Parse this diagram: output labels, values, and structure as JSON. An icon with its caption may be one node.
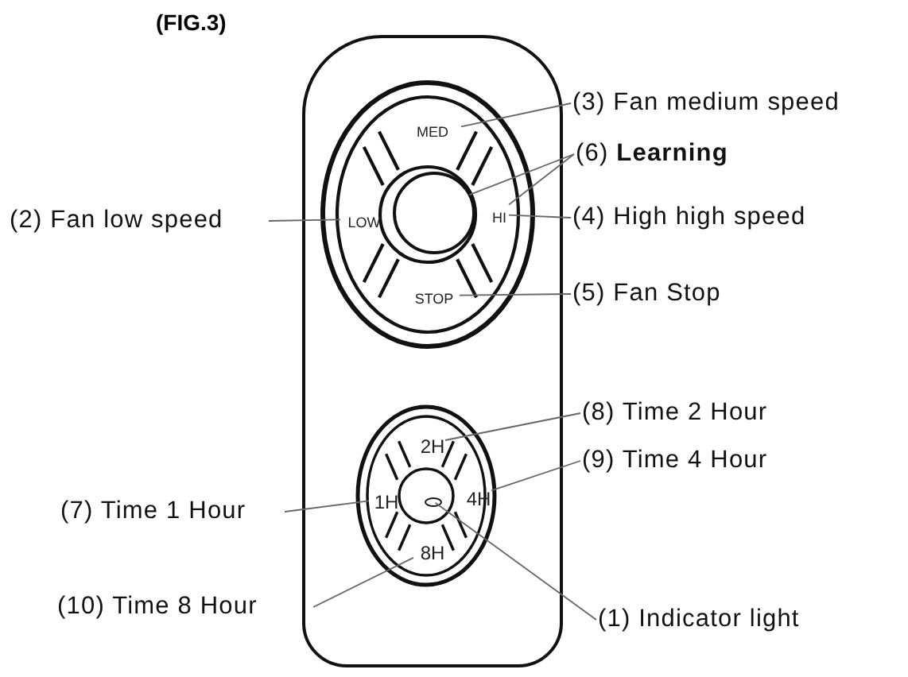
{
  "diagram": {
    "title": "(FIG.3)",
    "nodes": [
      {
        "text": [],
        "shape": "box"
      },
      {
        "text": [
          "MED"
        ],
        "in": 0
      },
      {
        "text": [
          "(3) Fan medium speed"
        ]
      },
      {
        "text": [
          "(6) **Learning**"
        ]
      },
      {
        "text": [
          "(2) Fan low speed"
        ]
      },
      {
        "text": [
          "LOW"
        ],
        "in": 0
      },
      {
        "text": [],
        "shape": "circle",
        "in": 0
      },
      {
        "text": [
          "HI"
        ],
        "in": 0
      },
      {
        "text": [
          "(4) High high speed"
        ]
      },
      {
        "text": [
          "STOP"
        ],
        "in": 0
      },
      {
        "text": [
          "(5) Fan Stop"
        ]
      },
      {
        "text": [
          "(8) Time 2 Hour"
        ]
      },
      {
        "text": [
          "2H"
        ],
        "in": 0
      },
      {
        "text": [
          "(9) Time 4 Hour"
        ]
      },
      {
        "text": [
          "(7) Time 1 Hour"
        ]
      },
      {
        "text": [
          "1H"
        ],
        "in": 0
      },
      {
        "text": [],
        "shape": "circle",
        "in": 0
      },
      {
        "text": [
          "4H"
        ],
        "in": 0
      },
      {
        "text": [
          "8H"
        ],
        "in": 0
      },
      {
        "text": [
          "(10) Time 8 Hour"
        ]
      },
      {
        "text": [
          "(1) Indicator light"
        ]
      }
    ],
    "edges": [
      {
        "from": 2,
        "to": 1,
        "arrow": "none"
      },
      {
        "from": 3,
        "to": 6,
        "arrow": "none"
      },
      {
        "from": 3,
        "to": 7,
        "arrow": "none"
      },
      {
        "from": 4,
        "to": 5,
        "arrow": "none"
      },
      {
        "from": 8,
        "to": 7,
        "arrow": "none"
      },
      {
        "from": 10,
        "to": 9,
        "arrow": "none"
      },
      {
        "from": 11,
        "to": 12,
        "arrow": "none"
      },
      {
        "from": 13,
        "to": 17,
        "arrow": "none"
      },
      {
        "from": 14,
        "to": 15,
        "arrow": "none"
      },
      {
        "from": 19,
        "to": 18,
        "arrow": "none"
      },
      {
        "from": 20,
        "to": 16,
        "arrow": "none"
      }
    ]
  }
}
